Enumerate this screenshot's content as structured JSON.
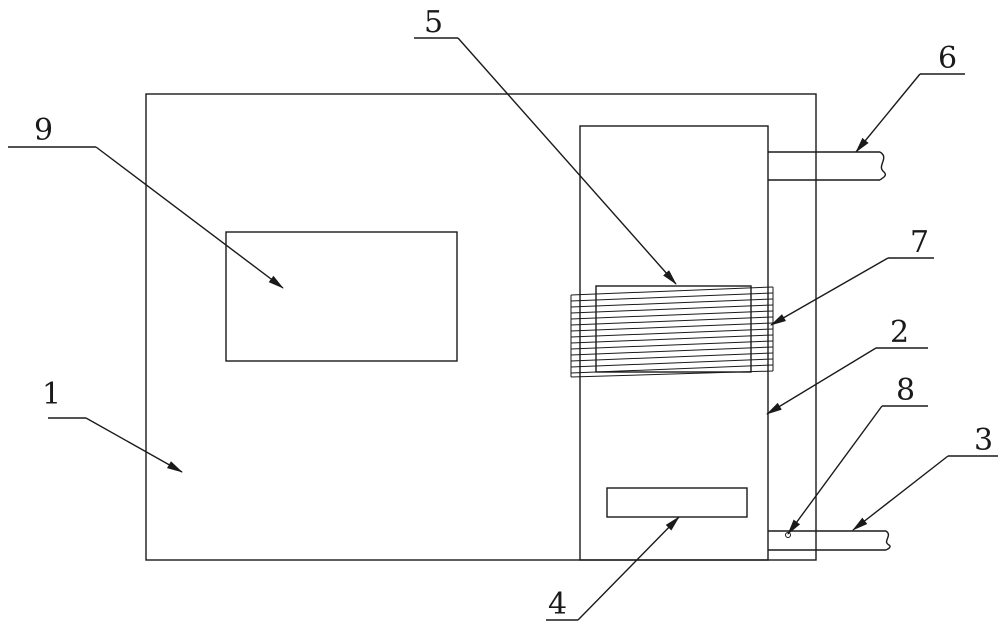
{
  "diagram": {
    "labels": {
      "l1": "1",
      "l2": "2",
      "l3": "3",
      "l4": "4",
      "l5": "5",
      "l6": "6",
      "l7": "7",
      "l8": "8",
      "l9": "9"
    }
  }
}
